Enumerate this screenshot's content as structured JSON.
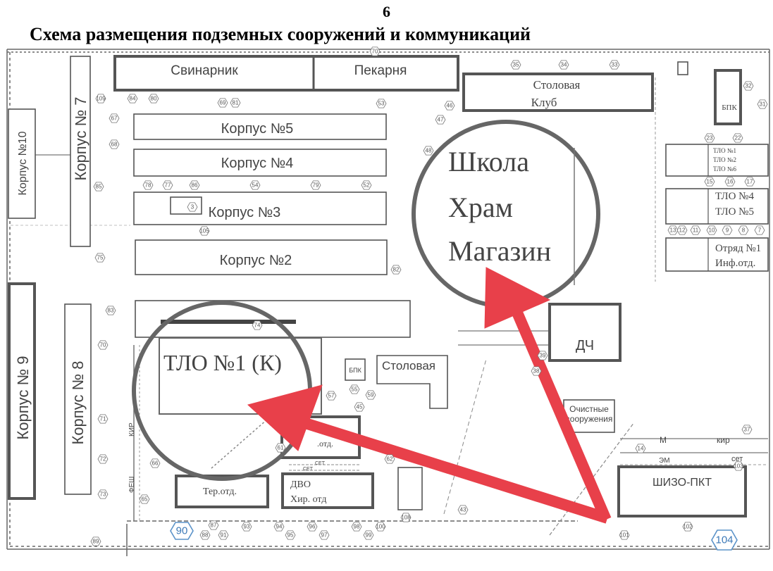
{
  "page_number": "6",
  "title": "Схема размещения подземных сооружений и коммуникаций",
  "buildings": {
    "svinarnik": "Свинарник",
    "pekarnya": "Пекарня",
    "stolovaya_top": "Столовая",
    "klub": "Клуб",
    "bpk_top": "БПК",
    "korpus10": "Корпус №10",
    "korpus7": "Корпус № 7",
    "korpus5": "Корпус №5",
    "korpus4": "Корпус №4",
    "korpus3": "Корпус №3",
    "korpus2": "Корпус №2",
    "korpus9": "Корпус № 9",
    "korpus8": "Корпус № 8",
    "tlo1_top": "ТЛО №1",
    "tlo2_top": "ТЛО №2",
    "tlo6_top": "ТЛО №6",
    "tlo4": "ТЛО №4",
    "tlo5": "ТЛО №5",
    "otryad1": "Отряд №1",
    "inf_otd": "Инф.отд.",
    "dch": "ДЧ",
    "stolovaya_mid": "Столовая",
    "bpk_mid": "БПК",
    "ochistnye": "Очистные сооружения",
    "shizo": "ШИЗО-ПКТ",
    "ter_otd": "Тер.отд.",
    "dvo": "ДВО",
    "hir_otd": "Хир. отд",
    "otd_small": ".отд.",
    "school": "Школа",
    "temple": "Храм",
    "shop": "Магазин",
    "tlo1k": "ТЛО №1 (К)"
  },
  "line_labels": {
    "m": "М",
    "kir": "кир",
    "set_right": "сет",
    "em": "ЭМ",
    "set_a": "СЕТ",
    "set_b": "СЕТ",
    "kir_left": "КИР",
    "fesh": "ФЕШ"
  },
  "badges": {
    "b90": "90",
    "b104": "104"
  },
  "markers": {
    "m70": "70",
    "m35": "35",
    "m34": "34",
    "m33": "33",
    "m32": "32",
    "m31": "31",
    "m109": "109",
    "m84": "84",
    "m80": "80",
    "m69": "69",
    "m81": "81",
    "m53": "53",
    "m46": "46",
    "m67": "67",
    "m47": "47",
    "m68": "68",
    "m48": "48",
    "m23": "23",
    "m22": "22",
    "m78": "78",
    "m77": "77",
    "m86": "86",
    "m54": "54",
    "m79": "79",
    "m52": "52",
    "m85": "85",
    "m15": "15",
    "m16": "16",
    "m17": "17",
    "m105": "105",
    "m13": "13",
    "m12": "12",
    "m11": "11",
    "m10": "10",
    "m9": "9",
    "m8": "8",
    "m7": "7",
    "m75": "75",
    "m82": "82",
    "m83": "83",
    "m74": "74",
    "m70b": "70",
    "m39": "39",
    "m38": "38",
    "m55": "55",
    "m59": "59",
    "m57": "57",
    "m45": "45",
    "m71": "71",
    "m37": "37",
    "m14": "14",
    "m103": "103",
    "m72": "72",
    "m66": "66",
    "m61": "61",
    "m62": "62",
    "m73": "73",
    "m65": "65",
    "m108": "108",
    "m43": "43",
    "m87": "87",
    "m88": "88",
    "m91": "91",
    "m93": "93",
    "m94": "94",
    "m95": "95",
    "m96": "96",
    "m97": "97",
    "m98": "98",
    "m99": "99",
    "m100": "100",
    "m89": "89",
    "m101": "101",
    "m102": "102",
    "m3": "3"
  }
}
